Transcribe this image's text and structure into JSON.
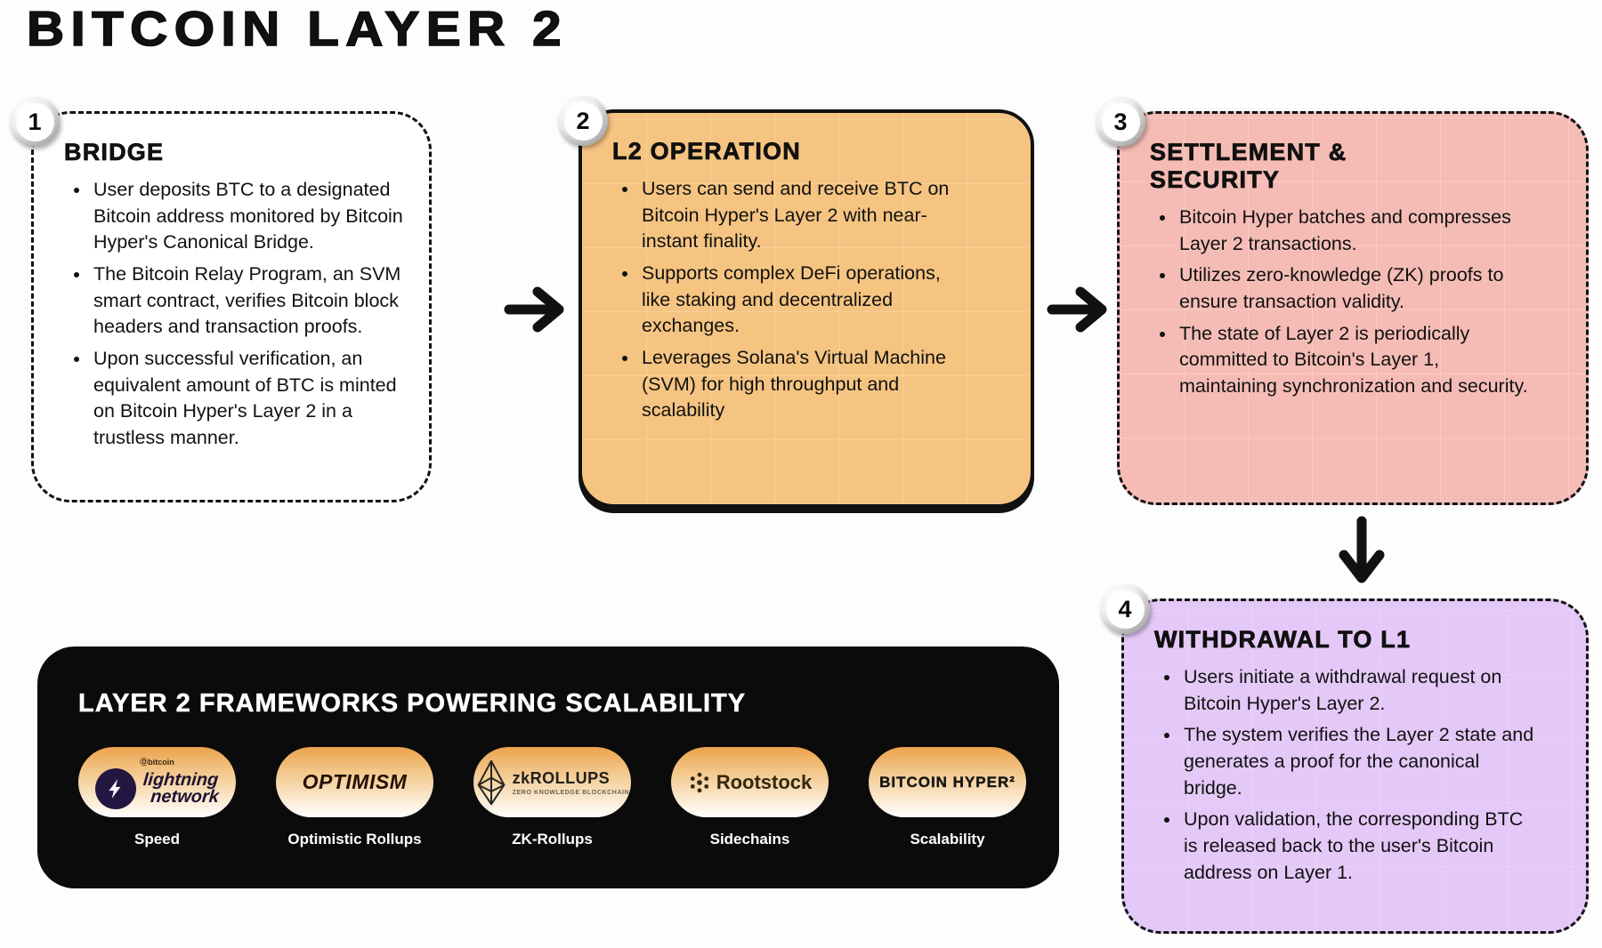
{
  "page": {
    "title": "BITCOIN LAYER 2"
  },
  "colors": {
    "background": "#fdfdfd",
    "ink": "#111111",
    "card_orange": "#f5c481",
    "card_pink": "#f5bcb5",
    "card_purple": "#e4c8f7",
    "panel_black": "#0b0b0b",
    "pill_gradient_top": "#eca24d",
    "pill_gradient_bottom": "#ffffff",
    "badge_ring_gray": "#8a8a8a"
  },
  "cards": [
    {
      "number": "1",
      "title": "BRIDGE",
      "variant": "white",
      "bullets": [
        "User deposits BTC to a designated Bitcoin address monitored by Bitcoin Hyper's Canonical Bridge.",
        "The Bitcoin Relay Program, an SVM smart contract, verifies Bitcoin block headers and transaction proofs.",
        "Upon successful verification, an equivalent amount of BTC is minted on Bitcoin Hyper's Layer 2 in a trustless manner."
      ]
    },
    {
      "number": "2",
      "title": "L2 OPERATION",
      "variant": "orange",
      "bullets": [
        "Users can send and receive BTC on Bitcoin Hyper's Layer 2 with near-instant finality.",
        "Supports complex DeFi operations, like staking and decentralized exchanges.",
        "Leverages Solana's Virtual Machine (SVM) for high throughput and scalability"
      ]
    },
    {
      "number": "3",
      "title": "SETTLEMENT & SECURITY",
      "variant": "pink",
      "bullets": [
        "Bitcoin Hyper batches and compresses Layer 2 transactions.",
        "Utilizes zero-knowledge (ZK) proofs to ensure transaction validity.",
        "The state of Layer 2 is periodically committed to Bitcoin's Layer 1, maintaining synchronization and security."
      ]
    },
    {
      "number": "4",
      "title": "WITHDRAWAL TO L1",
      "variant": "purple",
      "bullets": [
        "Users initiate a withdrawal request on Bitcoin Hyper's Layer 2.",
        "The system verifies the Layer 2 state and generates a proof for the canonical bridge.",
        "Upon validation, the corresponding BTC is released back to the user's Bitcoin address on Layer 1."
      ]
    }
  ],
  "frameworks": {
    "title": "LAYER 2 FRAMEWORKS POWERING SCALABILITY",
    "items": [
      {
        "id": "lightning-network",
        "logo_top": "Ⓞbitcoin",
        "logo_line1": "lightning",
        "logo_line2": "network",
        "label": "Speed"
      },
      {
        "id": "optimism",
        "logo": "OPTIMISM",
        "label": "Optimistic Rollups"
      },
      {
        "id": "zk-rollups",
        "logo": "zkROLLUPS",
        "logo_sub": "ZERO KNOWLEDGE BLOCKCHAIN",
        "label": "ZK-Rollups"
      },
      {
        "id": "rootstock",
        "logo": "Rootstock",
        "label": "Sidechains"
      },
      {
        "id": "bitcoin-hyper",
        "logo": "BITCOIN HYPER²",
        "label": "Scalability"
      }
    ]
  }
}
